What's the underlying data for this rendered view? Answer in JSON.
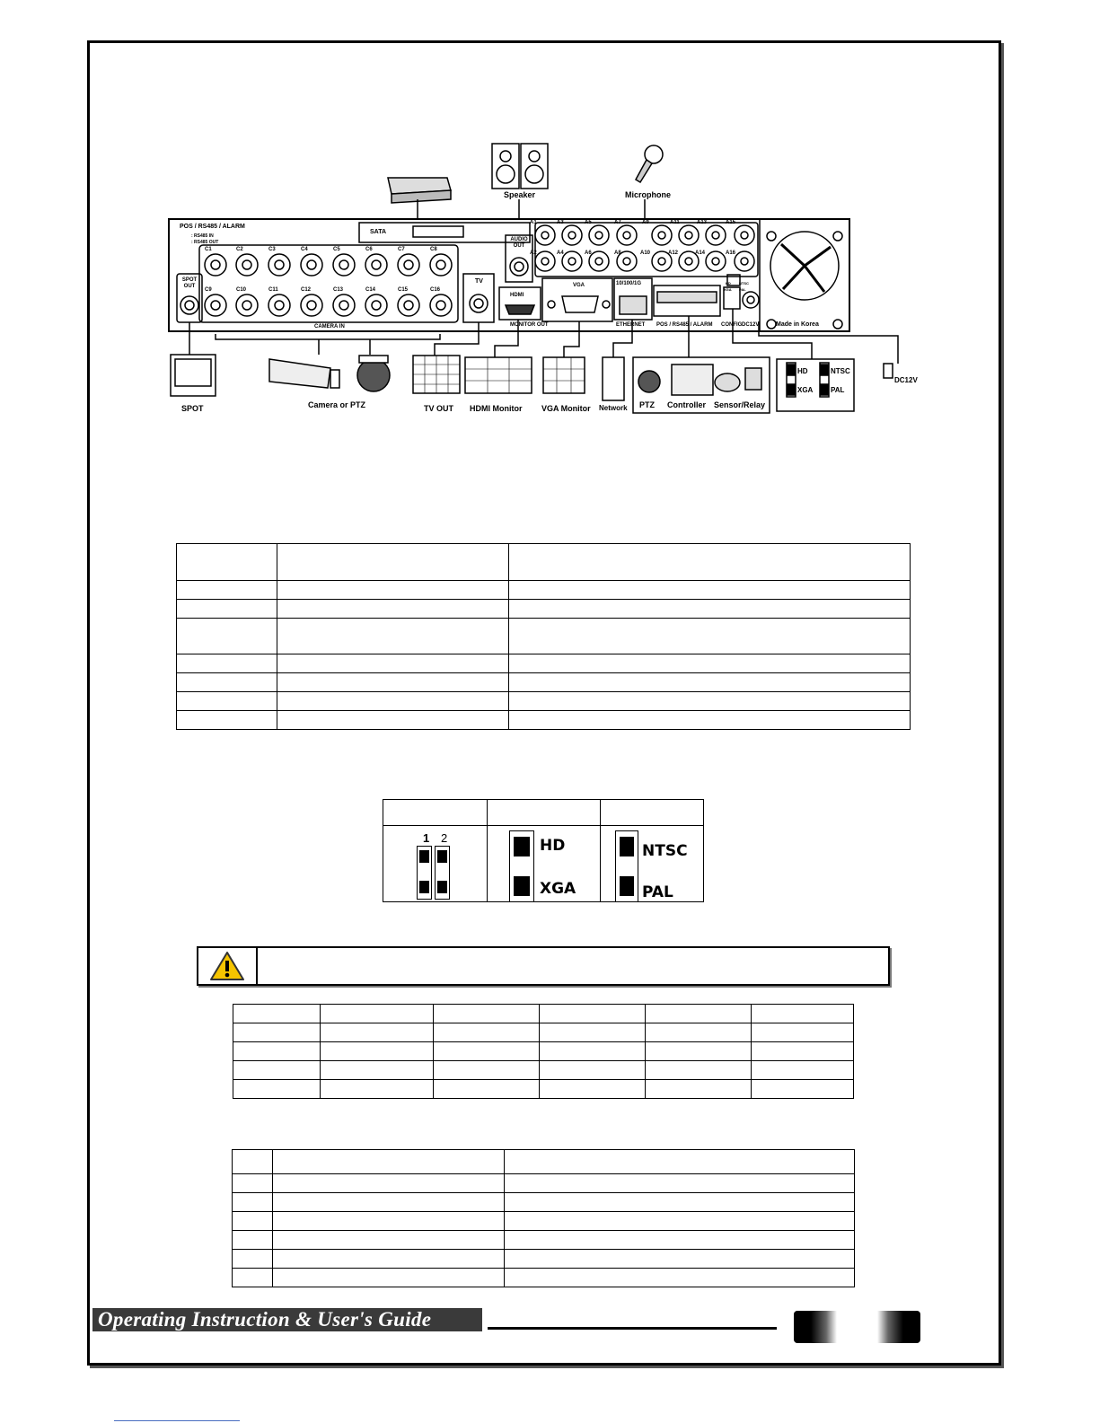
{
  "diagram": {
    "top_devices": {
      "speaker": "Speaker",
      "microphone": "Microphone"
    },
    "panel": {
      "pos_header": "POS / RS485 / ALARM",
      "rs485_in": ": RS485 IN",
      "rs485_out": ": RS485 OUT",
      "sata": "SATA",
      "audio_out": "AUDIO OUT",
      "spot_out": "SPOT OUT",
      "camera_in": "CAMERA IN",
      "tv": "TV",
      "hdmi": "HDMI",
      "vga": "VGA",
      "monitor_out": "MONITOR OUT",
      "ethernet_speed": "10/100/1G",
      "ethernet": "ETHERNET",
      "pos_bottom": "POS / RS485 / ALARM",
      "config": "CONFIG",
      "dc12v_panel": "DC12V",
      "made_in": "Made in Korea",
      "camera_labels_top": [
        "C1",
        "C2",
        "C3",
        "C4",
        "C5",
        "C6",
        "C7",
        "C8"
      ],
      "camera_labels_bottom": [
        "C9",
        "C10",
        "C11",
        "C12",
        "C13",
        "C14",
        "C15",
        "C16"
      ],
      "audio_labels_top": [
        "A1",
        "A3",
        "A5",
        "A7",
        "A9",
        "A11",
        "A13",
        "A15"
      ],
      "audio_labels_bottom": [
        "A2",
        "A4",
        "A6",
        "A8",
        "A10",
        "A12",
        "A14",
        "A16"
      ],
      "sw_ntsc": "NTSC",
      "sw_pal": "PAL",
      "sw_hd": "HD",
      "sw_xga": "XGA"
    },
    "bottom_devices": {
      "spot": "SPOT",
      "camera_ptz": "Camera or PTZ",
      "tv_out": "TV OUT",
      "hdmi_monitor": "HDMI Monitor",
      "vga_monitor": "VGA Monitor",
      "network": "Network",
      "ptz": "PTZ",
      "controller": "Controller",
      "sensor_relay": "Sensor/Relay",
      "hd": "HD",
      "xga": "XGA",
      "ntsc": "NTSC",
      "pal": "PAL",
      "dc12v": "DC12V"
    }
  },
  "switch_table": {
    "pins": [
      "1",
      "2"
    ],
    "hd": "HD",
    "xga": "XGA",
    "ntsc": "NTSC",
    "pal": "PAL"
  },
  "footer": {
    "title": "Operating Instruction & User's Guide"
  },
  "colors": {
    "warning_yellow": "#f5c400",
    "footer_banner": "#3a3a3a"
  }
}
